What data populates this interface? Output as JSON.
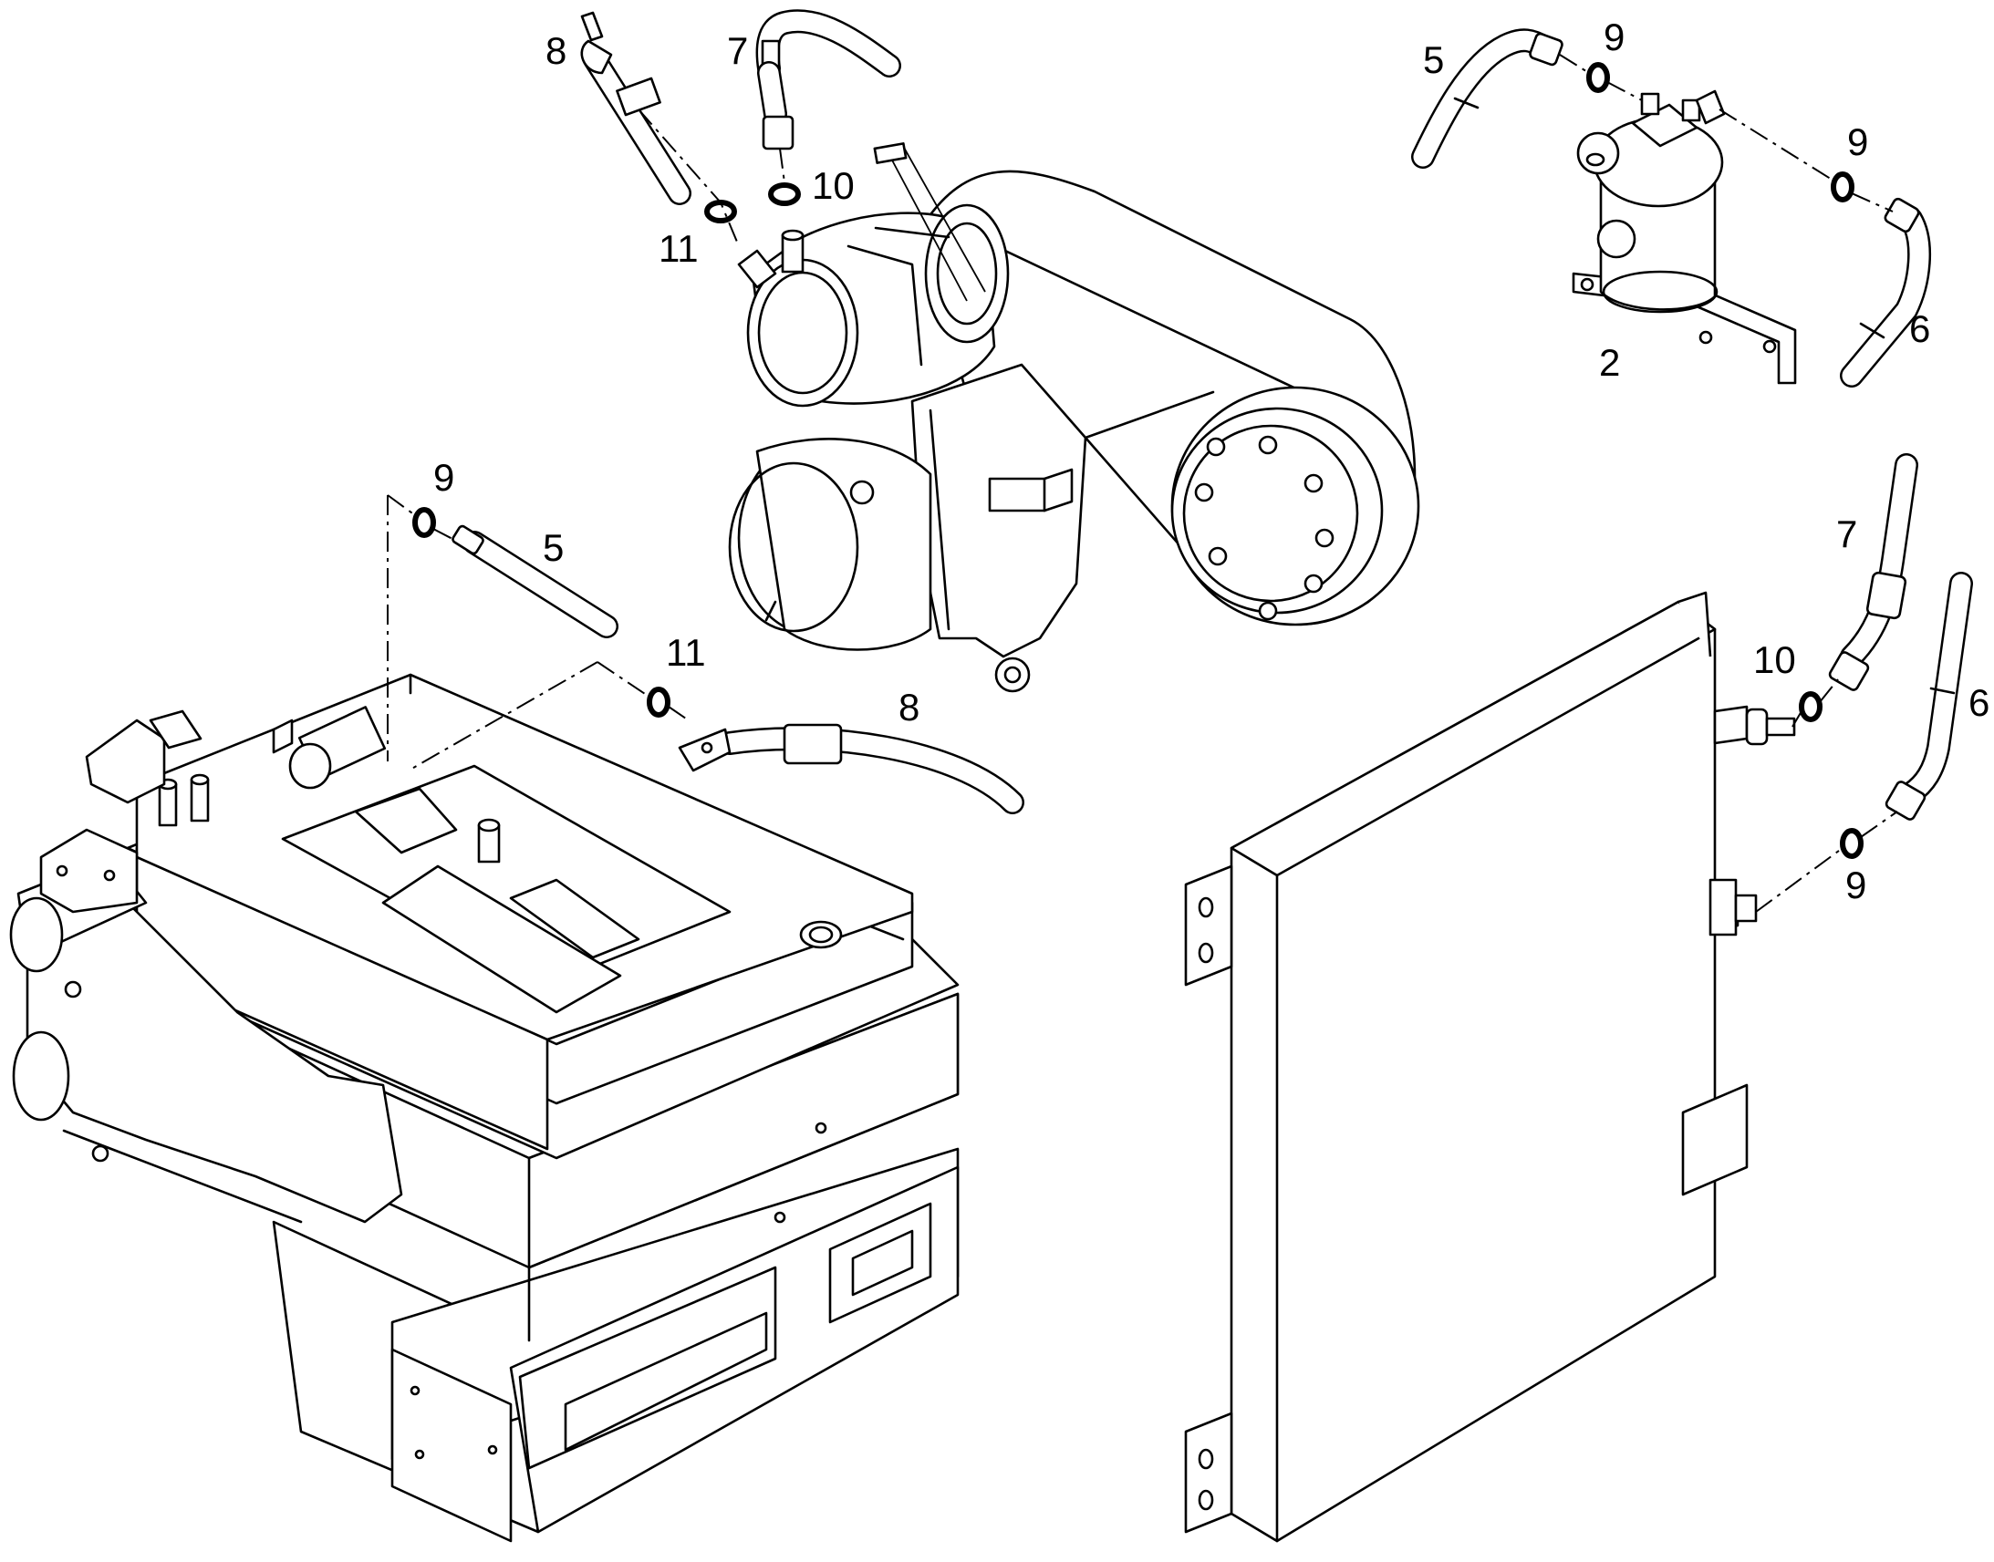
{
  "labels": {
    "l1": "8",
    "l2": "7",
    "l3": "10",
    "l4": "11",
    "l5": "5",
    "l6": "9",
    "l7": "9",
    "l8": "6",
    "l9": "2",
    "l10": "9",
    "l11": "5",
    "l12": "11",
    "l13": "8",
    "l14": "7",
    "l15": "10",
    "l16": "6",
    "l17": "9"
  },
  "colors": {
    "line": "#000000",
    "background": "#ffffff"
  }
}
